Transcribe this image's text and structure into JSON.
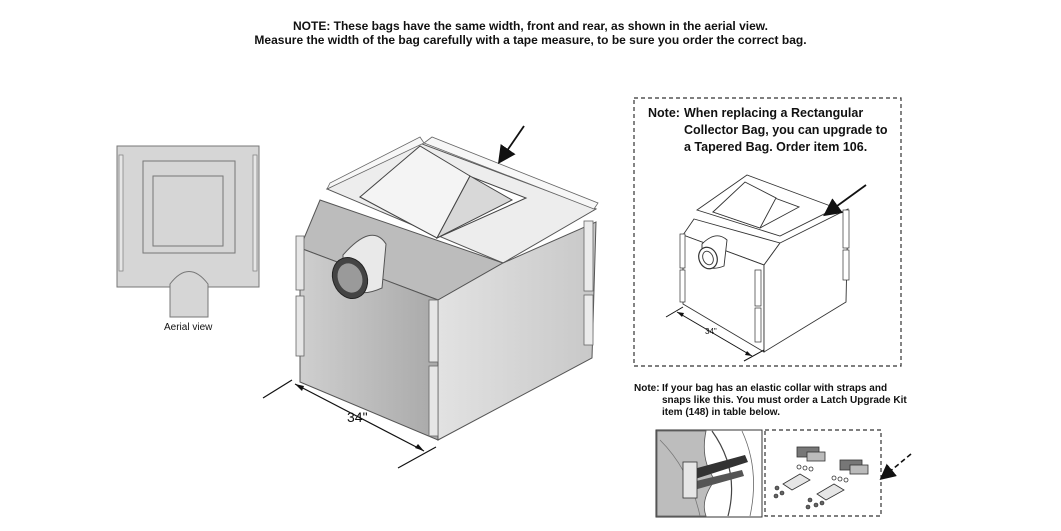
{
  "header": {
    "line1": "NOTE: These bags have the same width, front and rear, as shown in the aerial view.",
    "line2": "Measure the width of the bag carefully with a tape measure, to be sure you order the correct bag."
  },
  "aerial": {
    "caption": "Aerial view"
  },
  "main_bag": {
    "width_label": "34\""
  },
  "tapered_note": {
    "label": "Note:",
    "line1": "When replacing a Rectangular",
    "line2": "Collector Bag, you can upgrade to",
    "line3": "a Tapered Bag. Order item 106."
  },
  "tapered_bag": {
    "width_label": "34\""
  },
  "latch_note": {
    "label": "Note:",
    "line1": "If your bag has an elastic collar with straps and",
    "line2": "snaps like this. You must order a Latch Upgrade Kit",
    "line3": "item (148) in table below."
  }
}
